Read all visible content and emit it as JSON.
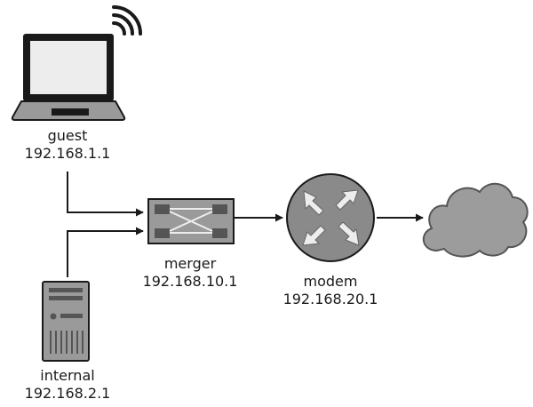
{
  "nodes": {
    "guest": {
      "name": "guest",
      "ip": "192.168.1.1",
      "icon": "laptop-wifi-icon"
    },
    "internal": {
      "name": "internal",
      "ip": "192.168.2.1",
      "icon": "server-tower-icon"
    },
    "merger": {
      "name": "merger",
      "ip": "192.168.10.1",
      "icon": "switch-icon"
    },
    "modem": {
      "name": "modem",
      "ip": "192.168.20.1",
      "icon": "router-icon"
    },
    "internet": {
      "icon": "cloud-icon"
    }
  },
  "edges": [
    {
      "from": "guest",
      "to": "merger"
    },
    {
      "from": "internal",
      "to": "merger"
    },
    {
      "from": "merger",
      "to": "modem"
    },
    {
      "from": "modem",
      "to": "internet"
    }
  ],
  "colors": {
    "line": "#1a1a1a",
    "device_fill": "#9a9a9a",
    "device_dark": "#555555",
    "screen": "#ededed",
    "cloud": "#9c9c9c",
    "router": "#8a8a8a"
  }
}
